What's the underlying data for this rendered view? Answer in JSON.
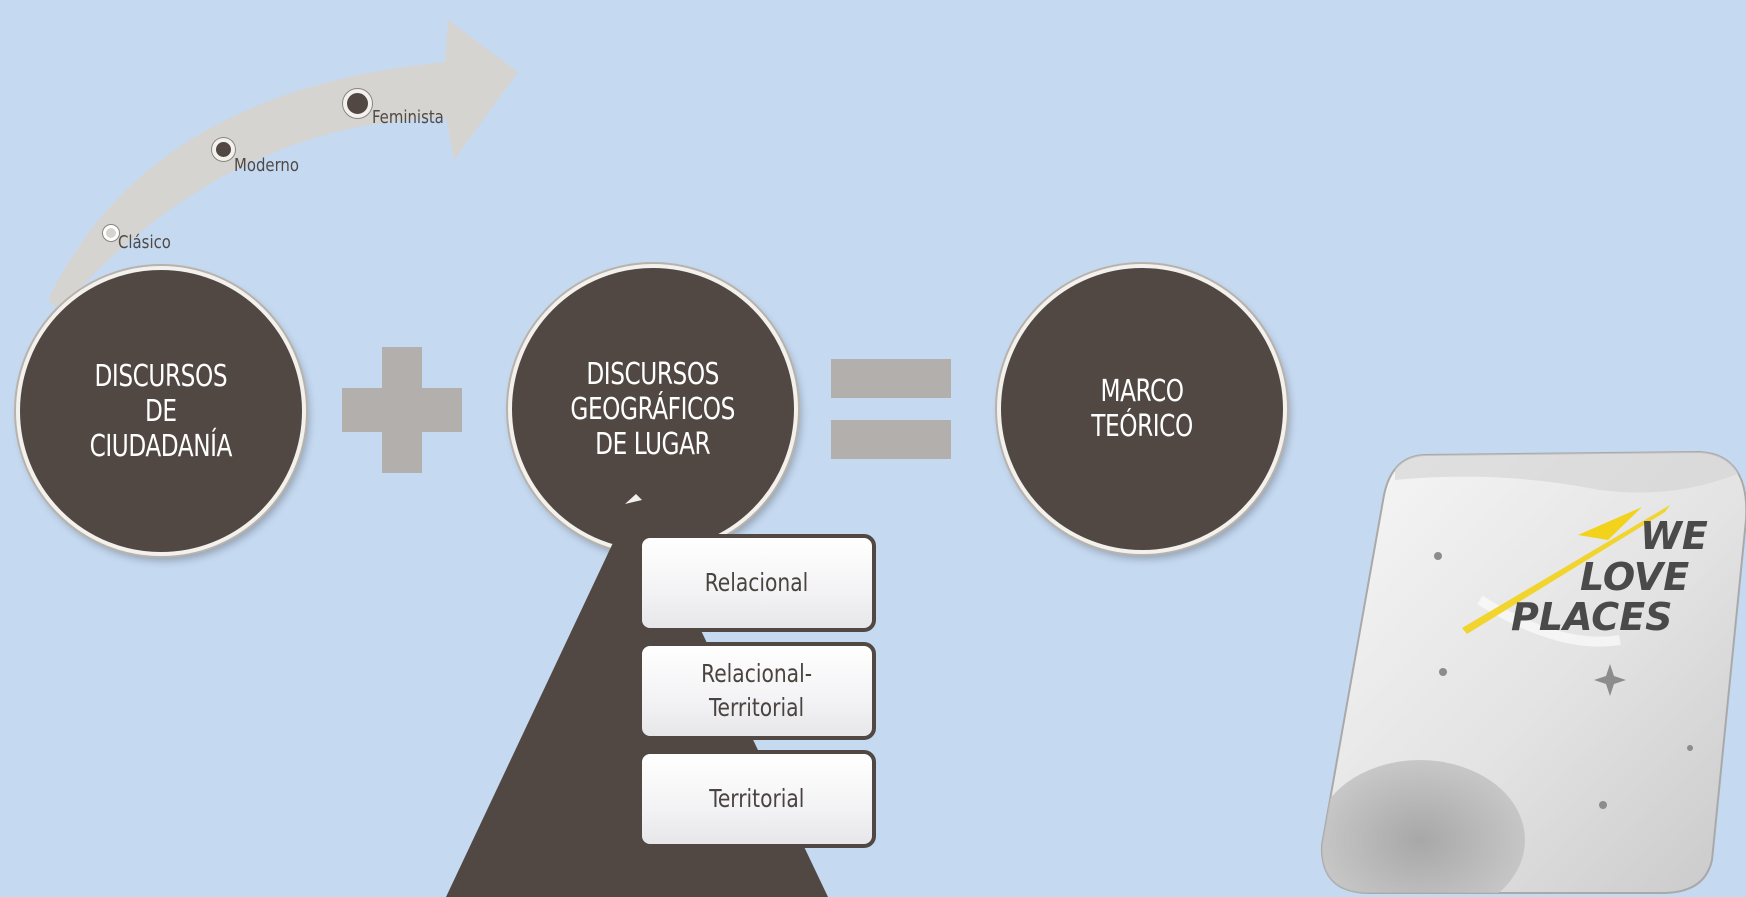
{
  "timeline": {
    "stages": [
      "Clásico",
      "Moderno",
      "Feminista"
    ]
  },
  "equation": {
    "term1": "DISCURSOS\nDE\nCIUDADANÍA",
    "term2": "DISCURSOS\nGEOGRÁFICOS\nDE LUGAR",
    "result": "MARCO\nTEÓRICO"
  },
  "pyramid": {
    "levels": [
      "Relacional",
      "Relacional-\nTerritorial",
      "Territorial"
    ]
  },
  "sticker": {
    "lines": [
      "WE",
      "LOVE",
      "PLACES"
    ]
  },
  "colors": {
    "background": "#c5d9f1",
    "circle_fill": "#524843",
    "operator": "#b3afac",
    "arrow": "#d6d4d1",
    "accent_yellow": "#f2d21a"
  }
}
